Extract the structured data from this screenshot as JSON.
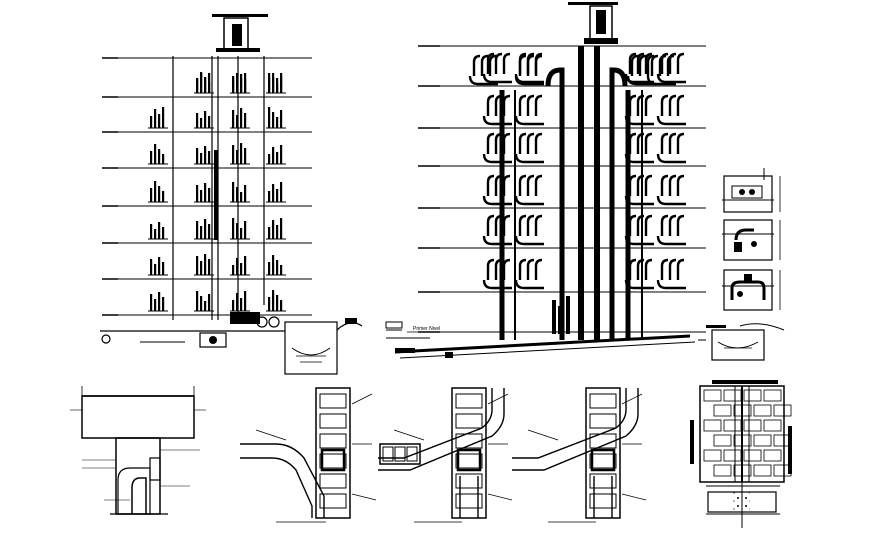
{
  "drawing": {
    "annotations": {
      "primer_nivel": "Primer Nivel"
    },
    "panels": [
      {
        "name": "left-building-section"
      },
      {
        "name": "right-building-section"
      },
      {
        "name": "fixture-details"
      },
      {
        "name": "slab-pipe-detail"
      },
      {
        "name": "wall-branch-detail-1"
      },
      {
        "name": "wall-branch-detail-2"
      },
      {
        "name": "wall-branch-detail-3"
      },
      {
        "name": "masonry-wall-detail"
      }
    ]
  },
  "colors": {
    "line": "#000000",
    "background": "#ffffff"
  }
}
